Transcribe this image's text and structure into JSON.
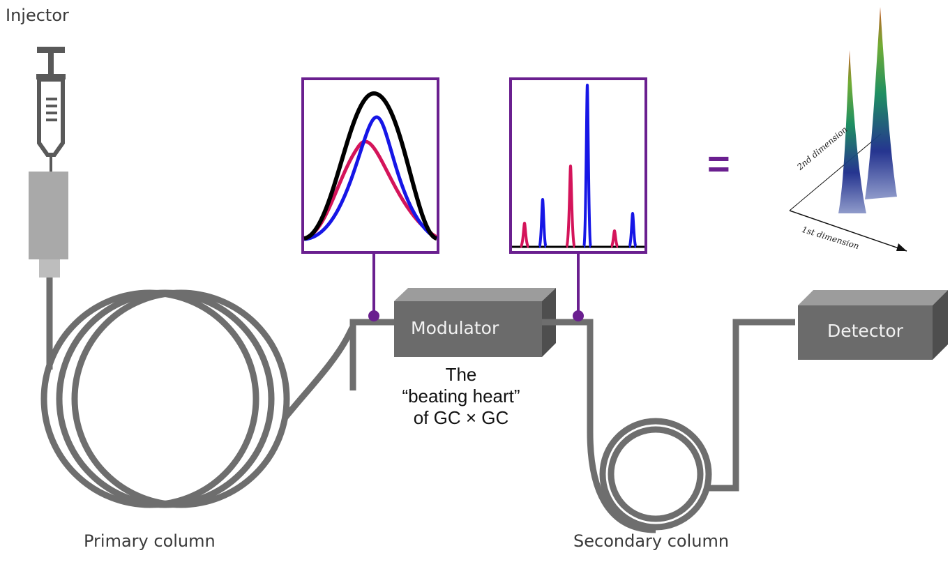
{
  "labels": {
    "injector": "Injector",
    "primary_column": "Primary column",
    "secondary_column": "Secondary column",
    "modulator": "Modulator",
    "detector": "Detector",
    "equals": "="
  },
  "caption": {
    "line1": "The",
    "line2": "“beating heart”",
    "line3": "of GC × GC"
  },
  "surface_plot": {
    "axis_2nd": "2nd dimension",
    "axis_1st": "1st dimension"
  },
  "colors": {
    "tubing": "#6e6e6e",
    "box": "#6b6b6b",
    "frame": "#6a1f8f",
    "trace_black": "#000000",
    "trace_blue": "#1616e6",
    "trace_red": "#d4145a"
  }
}
